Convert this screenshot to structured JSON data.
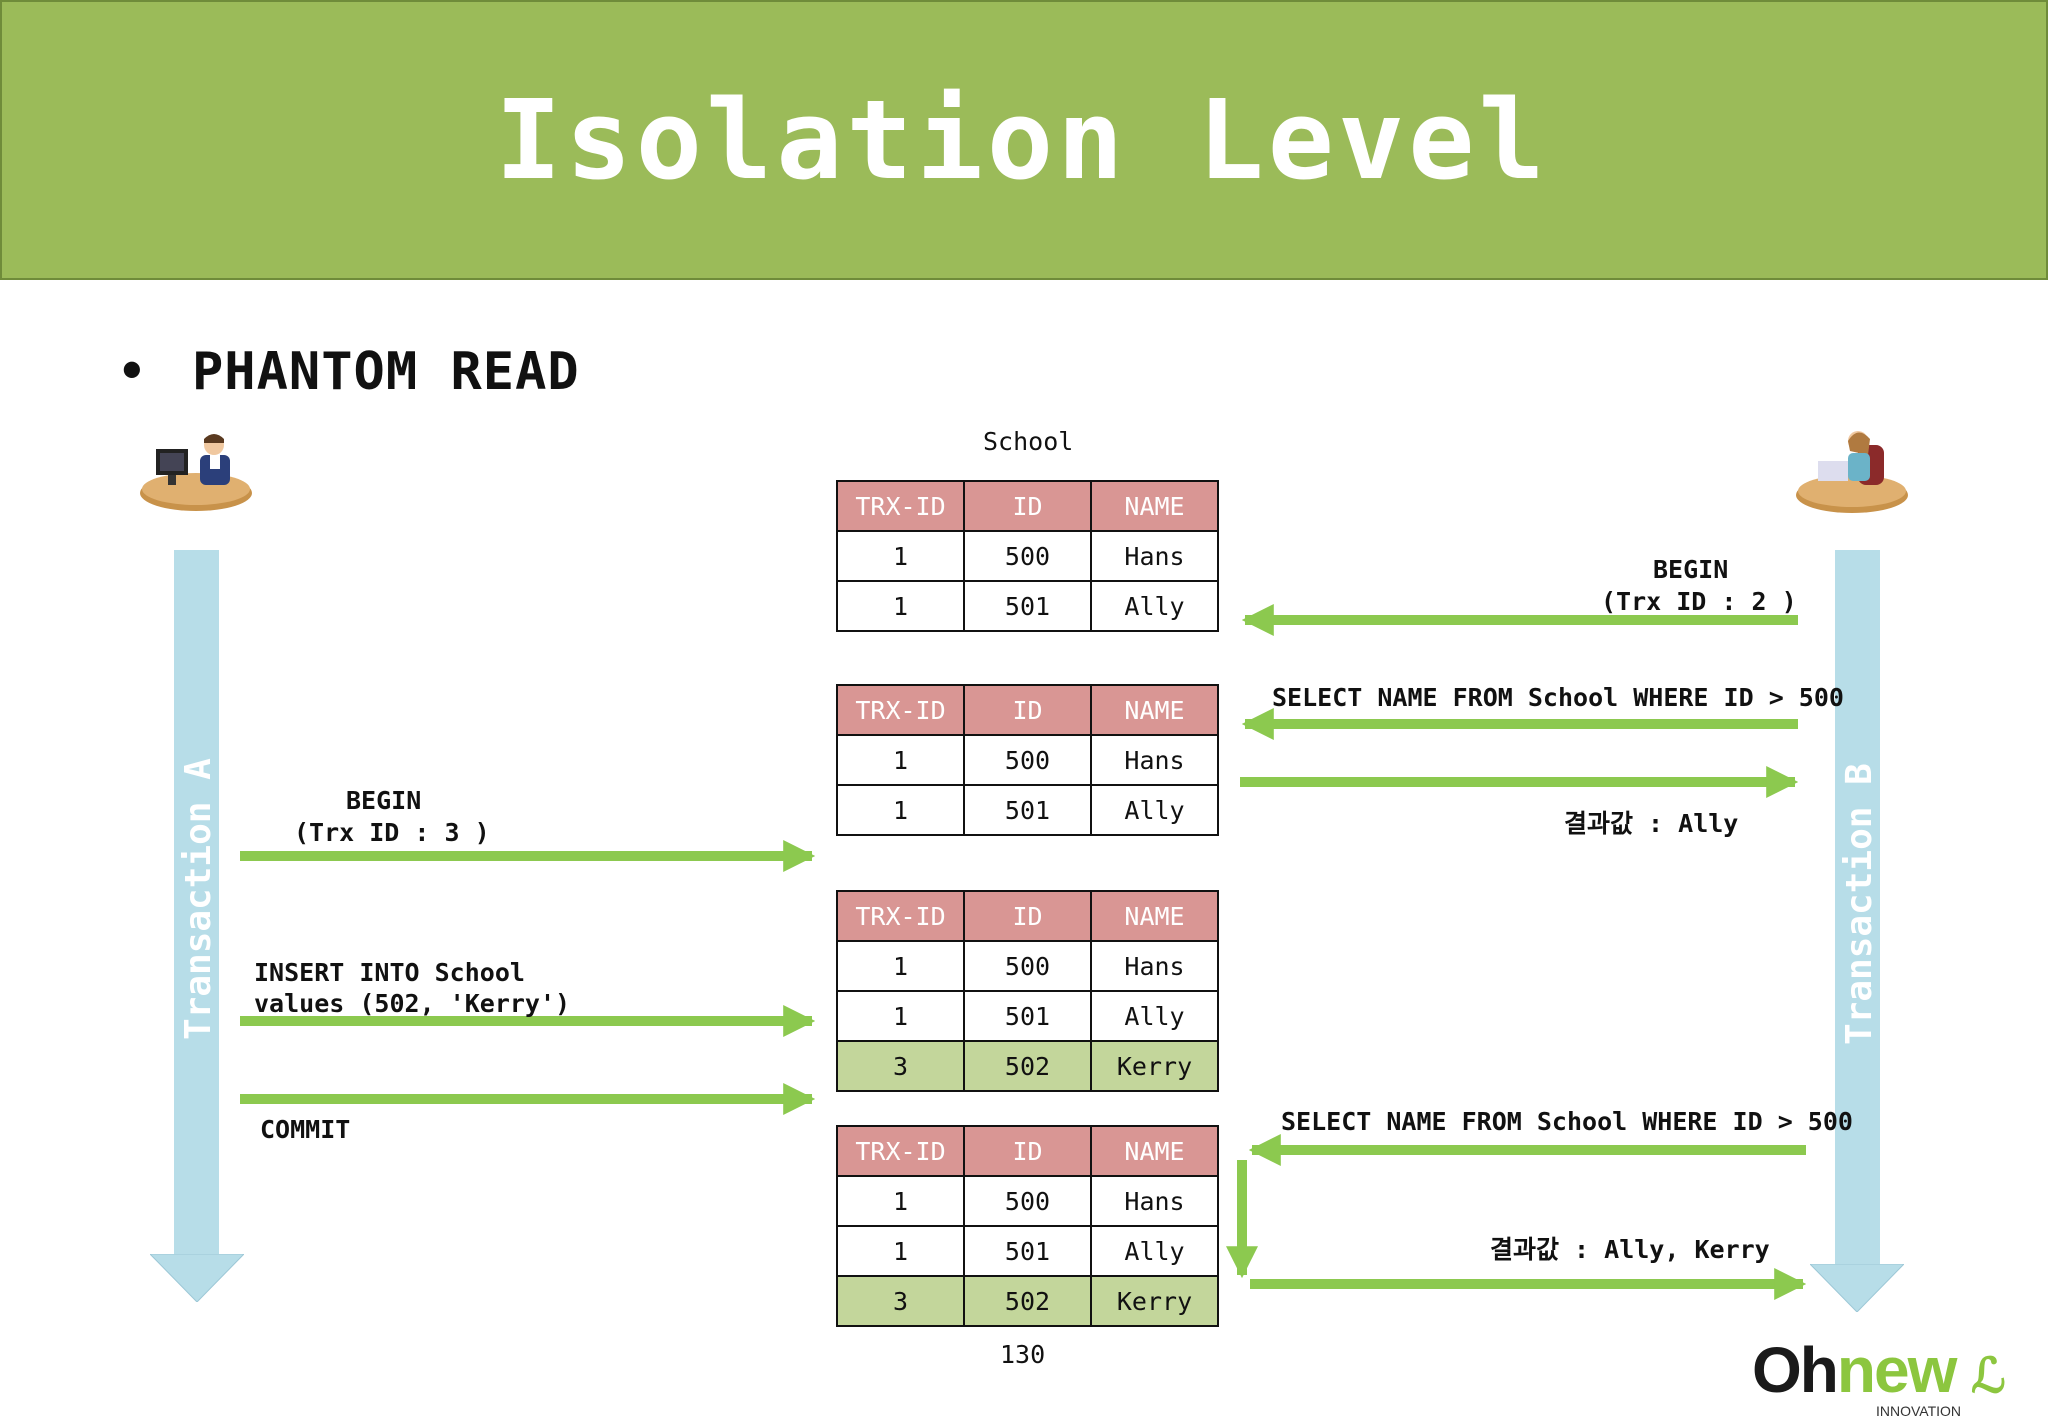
{
  "title": "Isolation Level",
  "bullet": "PHANTOM READ",
  "school_label": "School",
  "timeline_a": "Transaction A",
  "timeline_b": "Transaction B",
  "table_headers": [
    "TRX-ID",
    "ID",
    "NAME"
  ],
  "tables": [
    {
      "rows": [
        [
          "1",
          "500",
          "Hans"
        ],
        [
          "1",
          "501",
          "Ally"
        ]
      ]
    },
    {
      "rows": [
        [
          "1",
          "500",
          "Hans"
        ],
        [
          "1",
          "501",
          "Ally"
        ]
      ]
    },
    {
      "rows": [
        [
          "1",
          "500",
          "Hans"
        ],
        [
          "1",
          "501",
          "Ally"
        ],
        [
          "3",
          "502",
          "Kerry"
        ]
      ]
    },
    {
      "rows": [
        [
          "1",
          "500",
          "Hans"
        ],
        [
          "1",
          "501",
          "Ally"
        ],
        [
          "3",
          "502",
          "Kerry"
        ]
      ]
    }
  ],
  "labels": {
    "b_begin": "BEGIN",
    "b_trx": "(Trx ID : 2 )",
    "b_select1": "SELECT NAME FROM School WHERE ID > 500",
    "b_result1": "결과값 : Ally",
    "a_begin": "BEGIN",
    "a_trx": "(Trx ID : 3 )",
    "a_insert1": "INSERT INTO School",
    "a_insert2": "values (502, 'Kerry')",
    "a_commit": "COMMIT",
    "b_select2": "SELECT NAME FROM School WHERE ID > 500",
    "b_result2": "결과값 : Ally, Kerry"
  },
  "page_number": "130",
  "logo": {
    "part1": "Oh",
    "part2": "new",
    "sub": "INNOVATION"
  },
  "colors": {
    "title_bg": "#9bbb59",
    "arrow": "#8cc94f",
    "header": "#d99694",
    "new_row": "#c3d69b",
    "timeline": "#b7dde8"
  }
}
